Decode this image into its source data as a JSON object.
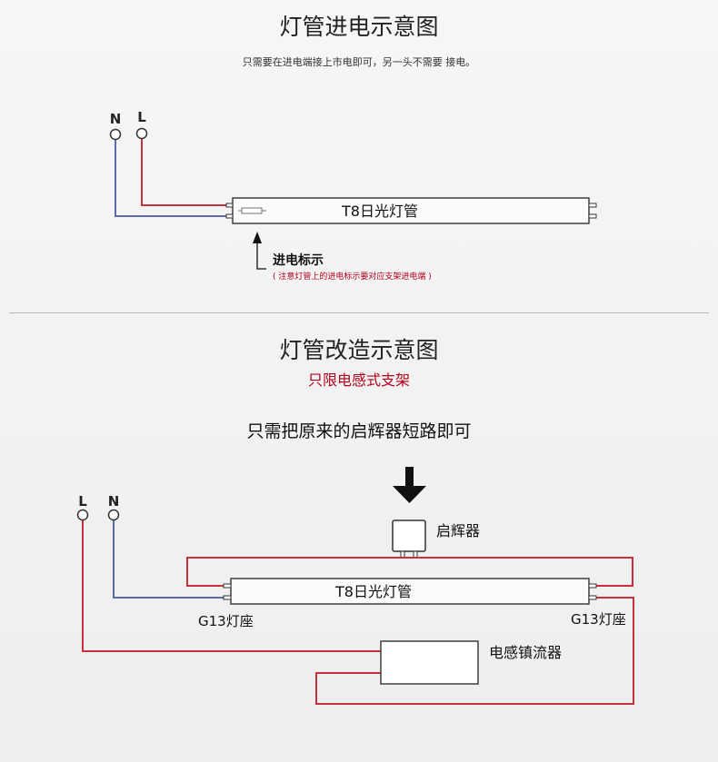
{
  "section1": {
    "title": "灯管进电示意图",
    "subtitle": "只需要在进电端接上市电即可，另一头不需要 接电。",
    "terminal_n": "N",
    "terminal_l": "L",
    "tube_label": "T8日光灯管",
    "input_mark_label": "进电标示",
    "input_mark_note": "( 注意灯管上的进电标示要对应支架进电端 )"
  },
  "section2": {
    "title": "灯管改造示意图",
    "restriction": "只限电感式支架",
    "instruction": "只需把原来的启辉器短路即可",
    "terminal_l": "L",
    "terminal_n": "N",
    "starter_label": "启辉器",
    "tube_label": "T8日光灯管",
    "socket_left": "G13灯座",
    "socket_right": "G13灯座",
    "ballast_label": "电感镇流器"
  },
  "colors": {
    "live_wire": "#c9303b",
    "neutral_wire": "#5c6aa6",
    "note_red": "#b2001a"
  },
  "icons": {
    "down_arrow": "down-arrow-icon",
    "up_arrow": "up-arrow-icon"
  }
}
